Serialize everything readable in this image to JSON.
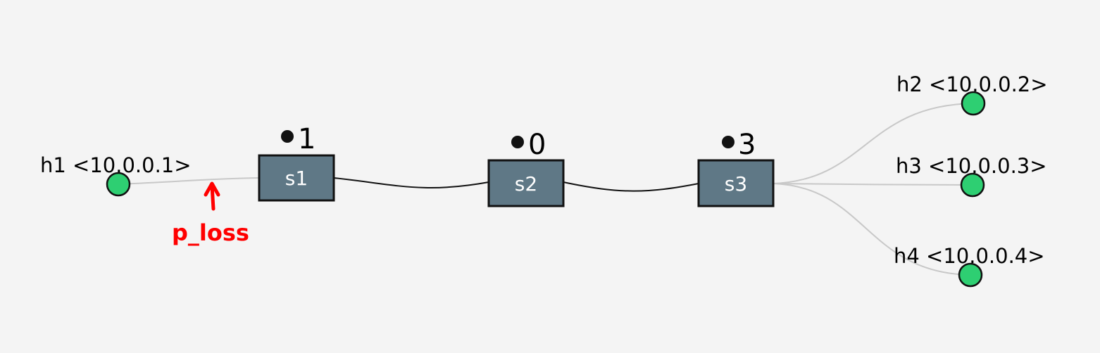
{
  "colors": {
    "background": "#f4f4f4",
    "host_fill": "#2ecf72",
    "host_stroke": "#111111",
    "switch_fill": "#5f7886",
    "switch_stroke": "#111111",
    "switch_text": "#ffffff",
    "link_switch": "#111111",
    "link_host": "#c8c8c8",
    "annotation": "#ff0000"
  },
  "hosts": [
    {
      "id": "h1",
      "label": "h1 <10.0.0.1>",
      "icon": "host-circle"
    },
    {
      "id": "h2",
      "label": "h2 <10.0.0.2>",
      "icon": "host-circle"
    },
    {
      "id": "h3",
      "label": "h3 <10.0.0.3>",
      "icon": "host-circle"
    },
    {
      "id": "h4",
      "label": "h4 <10.0.0.4>",
      "icon": "host-circle"
    }
  ],
  "switches": [
    {
      "id": "s1",
      "label": "s1",
      "dpid": "1",
      "icon": "switch-box"
    },
    {
      "id": "s2",
      "label": "s2",
      "dpid": "0",
      "icon": "switch-box"
    },
    {
      "id": "s3",
      "label": "s3",
      "dpid": "3",
      "icon": "switch-box"
    }
  ],
  "links": [
    {
      "from": "h1",
      "to": "s1"
    },
    {
      "from": "s1",
      "to": "s2"
    },
    {
      "from": "s2",
      "to": "s3"
    },
    {
      "from": "s3",
      "to": "h2"
    },
    {
      "from": "s3",
      "to": "h3"
    },
    {
      "from": "s3",
      "to": "h4"
    }
  ],
  "annotation": {
    "label": "p_loss",
    "icon": "arrow-up-icon",
    "target_link": "h1-s1"
  }
}
